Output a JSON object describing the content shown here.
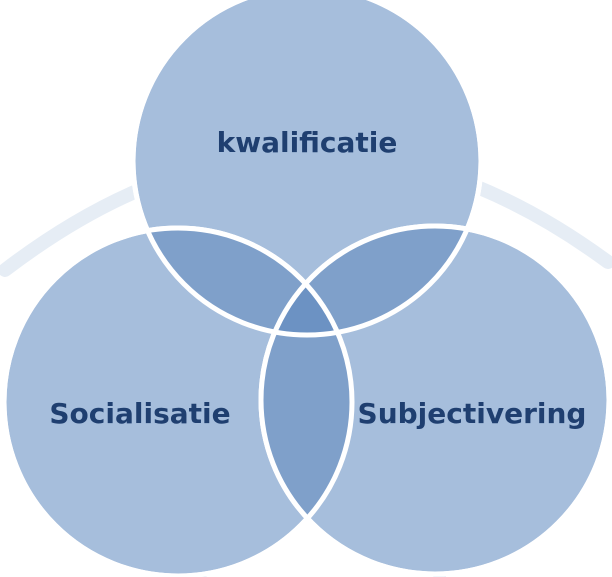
{
  "diagram": {
    "type": "venn",
    "sets": [
      {
        "id": "top",
        "label": "kwalificatie"
      },
      {
        "id": "left",
        "label": "Socialisatie"
      },
      {
        "id": "right",
        "label": "Subjectivering"
      }
    ],
    "colors": {
      "circle_fill": "#a6bedc",
      "circle_stroke": "#ffffff",
      "pair_overlap": "#7fa0ca",
      "center_overlap": "#6c92c3",
      "label": "#1f3f70",
      "background_arc": "#e6edf5"
    }
  }
}
